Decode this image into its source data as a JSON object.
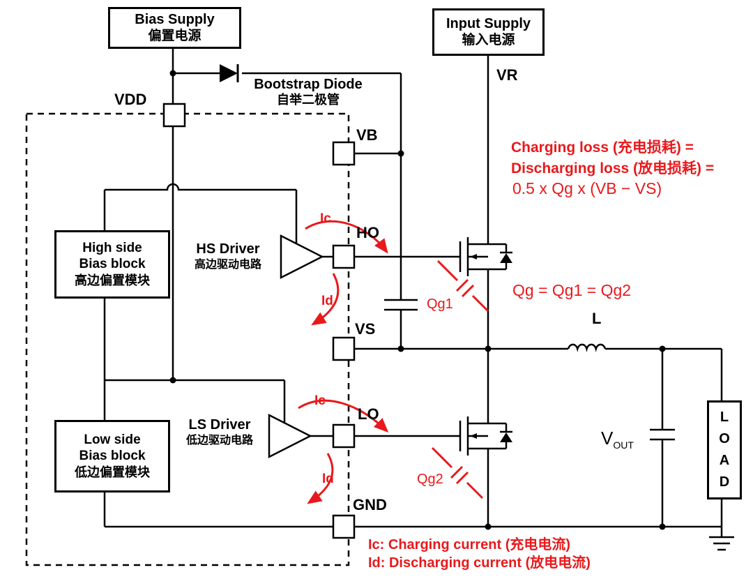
{
  "diagram": {
    "colors": {
      "annotation_red": "#e8191c",
      "wire_black": "#000000",
      "background": "#ffffff"
    },
    "boxes": {
      "bias_supply": [
        "Bias Supply",
        "偏置电源"
      ],
      "input_supply": [
        "Input Supply",
        "输入电源"
      ],
      "high_side_bias": [
        "High side",
        "Bias block",
        "高边偏置模块"
      ],
      "low_side_bias": [
        "Low side",
        "Bias block",
        "低边偏置模块"
      ],
      "load": [
        "L",
        "O",
        "A",
        "D"
      ]
    },
    "pins": {
      "vdd": "VDD",
      "vb": "VB",
      "ho": "HO",
      "vs": "VS",
      "lo": "LO",
      "gnd": "GND"
    },
    "nets": {
      "vr": "VR",
      "inductor": "L",
      "vout_main": "V",
      "vout_sub": "OUT"
    },
    "components": {
      "bootstrap_diode": [
        "Bootstrap Diode",
        "自举二极管"
      ],
      "hs_driver": [
        "HS Driver",
        "高边驱动电路"
      ],
      "ls_driver": [
        "LS Driver",
        "低边驱动电路"
      ]
    },
    "annotations": {
      "charging_loss": "Charging loss (充电损耗) =",
      "discharging_loss": "Discharging loss (放电损耗) =",
      "loss_formula": "0.5 x Qg x (VB − VS)",
      "qg_equality": "Qg = Qg1 = Qg2",
      "qg1": "Qg1",
      "qg2": "Qg2",
      "ic": "Ic",
      "id": "Id",
      "ic_legend": "Ic: Charging current (充电电流)",
      "id_legend": "Id: Discharging current (放电电流)"
    }
  }
}
